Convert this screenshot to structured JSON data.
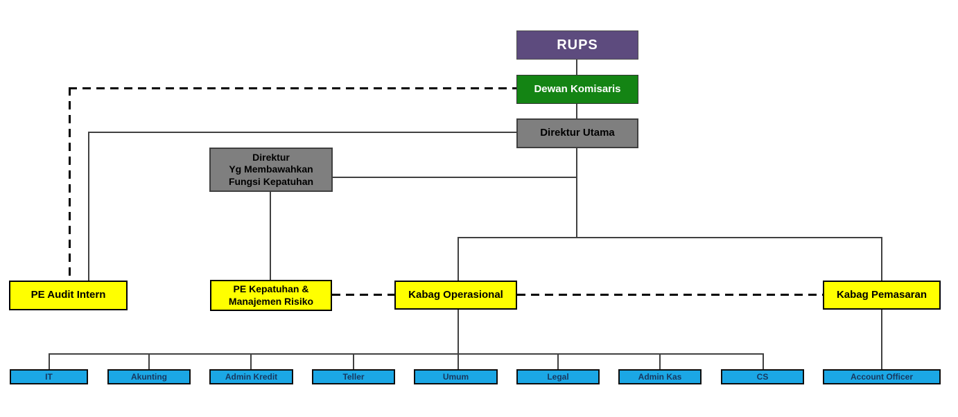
{
  "diagram": {
    "type": "org-chart",
    "background_color": "#FFFFFF",
    "line_color": "#404040",
    "dashed_line_color": "#000000",
    "nodes": {
      "rups": {
        "label": "RUPS",
        "color": "#5D4B7E",
        "text_color": "#FFFFFF"
      },
      "dewan_komisaris": {
        "label": "Dewan Komisaris",
        "color": "#148414",
        "text_color": "#FFFFFF"
      },
      "direktur_utama": {
        "label": "Direktur Utama",
        "color": "#7F7F7F",
        "text_color": "#000000"
      },
      "direktur_kepatuhan": {
        "label": "Direktur\nYg Membawahkan\nFungsi Kepatuhan",
        "color": "#7F7F7F",
        "text_color": "#000000"
      },
      "pe_audit_intern": {
        "label": "PE Audit Intern",
        "color": "#FFFF00",
        "text_color": "#000000"
      },
      "pe_kepatuhan": {
        "label": "PE Kepatuhan &\nManajemen Risiko",
        "color": "#FFFF00",
        "text_color": "#000000"
      },
      "kabag_operasional": {
        "label": "Kabag Operasional",
        "color": "#FFFF00",
        "text_color": "#000000"
      },
      "kabag_pemasaran": {
        "label": "Kabag Pemasaran",
        "color": "#FFFF00",
        "text_color": "#000000"
      },
      "it": {
        "label": "IT",
        "color": "#1BA7E5",
        "text_color": "#17375E"
      },
      "akunting": {
        "label": "Akunting",
        "color": "#1BA7E5",
        "text_color": "#17375E"
      },
      "admin_kredit": {
        "label": "Admin Kredit",
        "color": "#1BA7E5",
        "text_color": "#17375E"
      },
      "teller": {
        "label": "Teller",
        "color": "#1BA7E5",
        "text_color": "#17375E"
      },
      "umum": {
        "label": "Umum",
        "color": "#1BA7E5",
        "text_color": "#17375E"
      },
      "legal": {
        "label": "Legal",
        "color": "#1BA7E5",
        "text_color": "#17375E"
      },
      "admin_kas": {
        "label": "Admin Kas",
        "color": "#1BA7E5",
        "text_color": "#17375E"
      },
      "cs": {
        "label": "CS",
        "color": "#1BA7E5",
        "text_color": "#17375E"
      },
      "account_officer": {
        "label": "Account Officer",
        "color": "#1BA7E5",
        "text_color": "#17375E"
      }
    },
    "edges": [
      {
        "from": "rups",
        "to": "dewan_komisaris",
        "style": "solid"
      },
      {
        "from": "dewan_komisaris",
        "to": "direktur_utama",
        "style": "solid"
      },
      {
        "from": "dewan_komisaris",
        "to": "pe_audit_intern",
        "style": "dashed"
      },
      {
        "from": "direktur_utama",
        "to": "pe_audit_intern",
        "style": "solid"
      },
      {
        "from": "direktur_utama",
        "to": "direktur_kepatuhan",
        "style": "solid"
      },
      {
        "from": "direktur_kepatuhan",
        "to": "pe_kepatuhan",
        "style": "solid"
      },
      {
        "from": "direktur_utama",
        "to": "kabag_operasional",
        "style": "solid"
      },
      {
        "from": "direktur_utama",
        "to": "kabag_pemasaran",
        "style": "solid"
      },
      {
        "from": "pe_kepatuhan",
        "to": "kabag_operasional",
        "style": "dashed"
      },
      {
        "from": "kabag_operasional",
        "to": "kabag_pemasaran",
        "style": "dashed"
      },
      {
        "from": "kabag_operasional",
        "to": "it",
        "style": "solid"
      },
      {
        "from": "kabag_operasional",
        "to": "akunting",
        "style": "solid"
      },
      {
        "from": "kabag_operasional",
        "to": "admin_kredit",
        "style": "solid"
      },
      {
        "from": "kabag_operasional",
        "to": "teller",
        "style": "solid"
      },
      {
        "from": "kabag_operasional",
        "to": "umum",
        "style": "solid"
      },
      {
        "from": "kabag_operasional",
        "to": "legal",
        "style": "solid"
      },
      {
        "from": "kabag_operasional",
        "to": "admin_kas",
        "style": "solid"
      },
      {
        "from": "kabag_operasional",
        "to": "cs",
        "style": "solid"
      },
      {
        "from": "kabag_pemasaran",
        "to": "account_officer",
        "style": "solid"
      }
    ]
  }
}
